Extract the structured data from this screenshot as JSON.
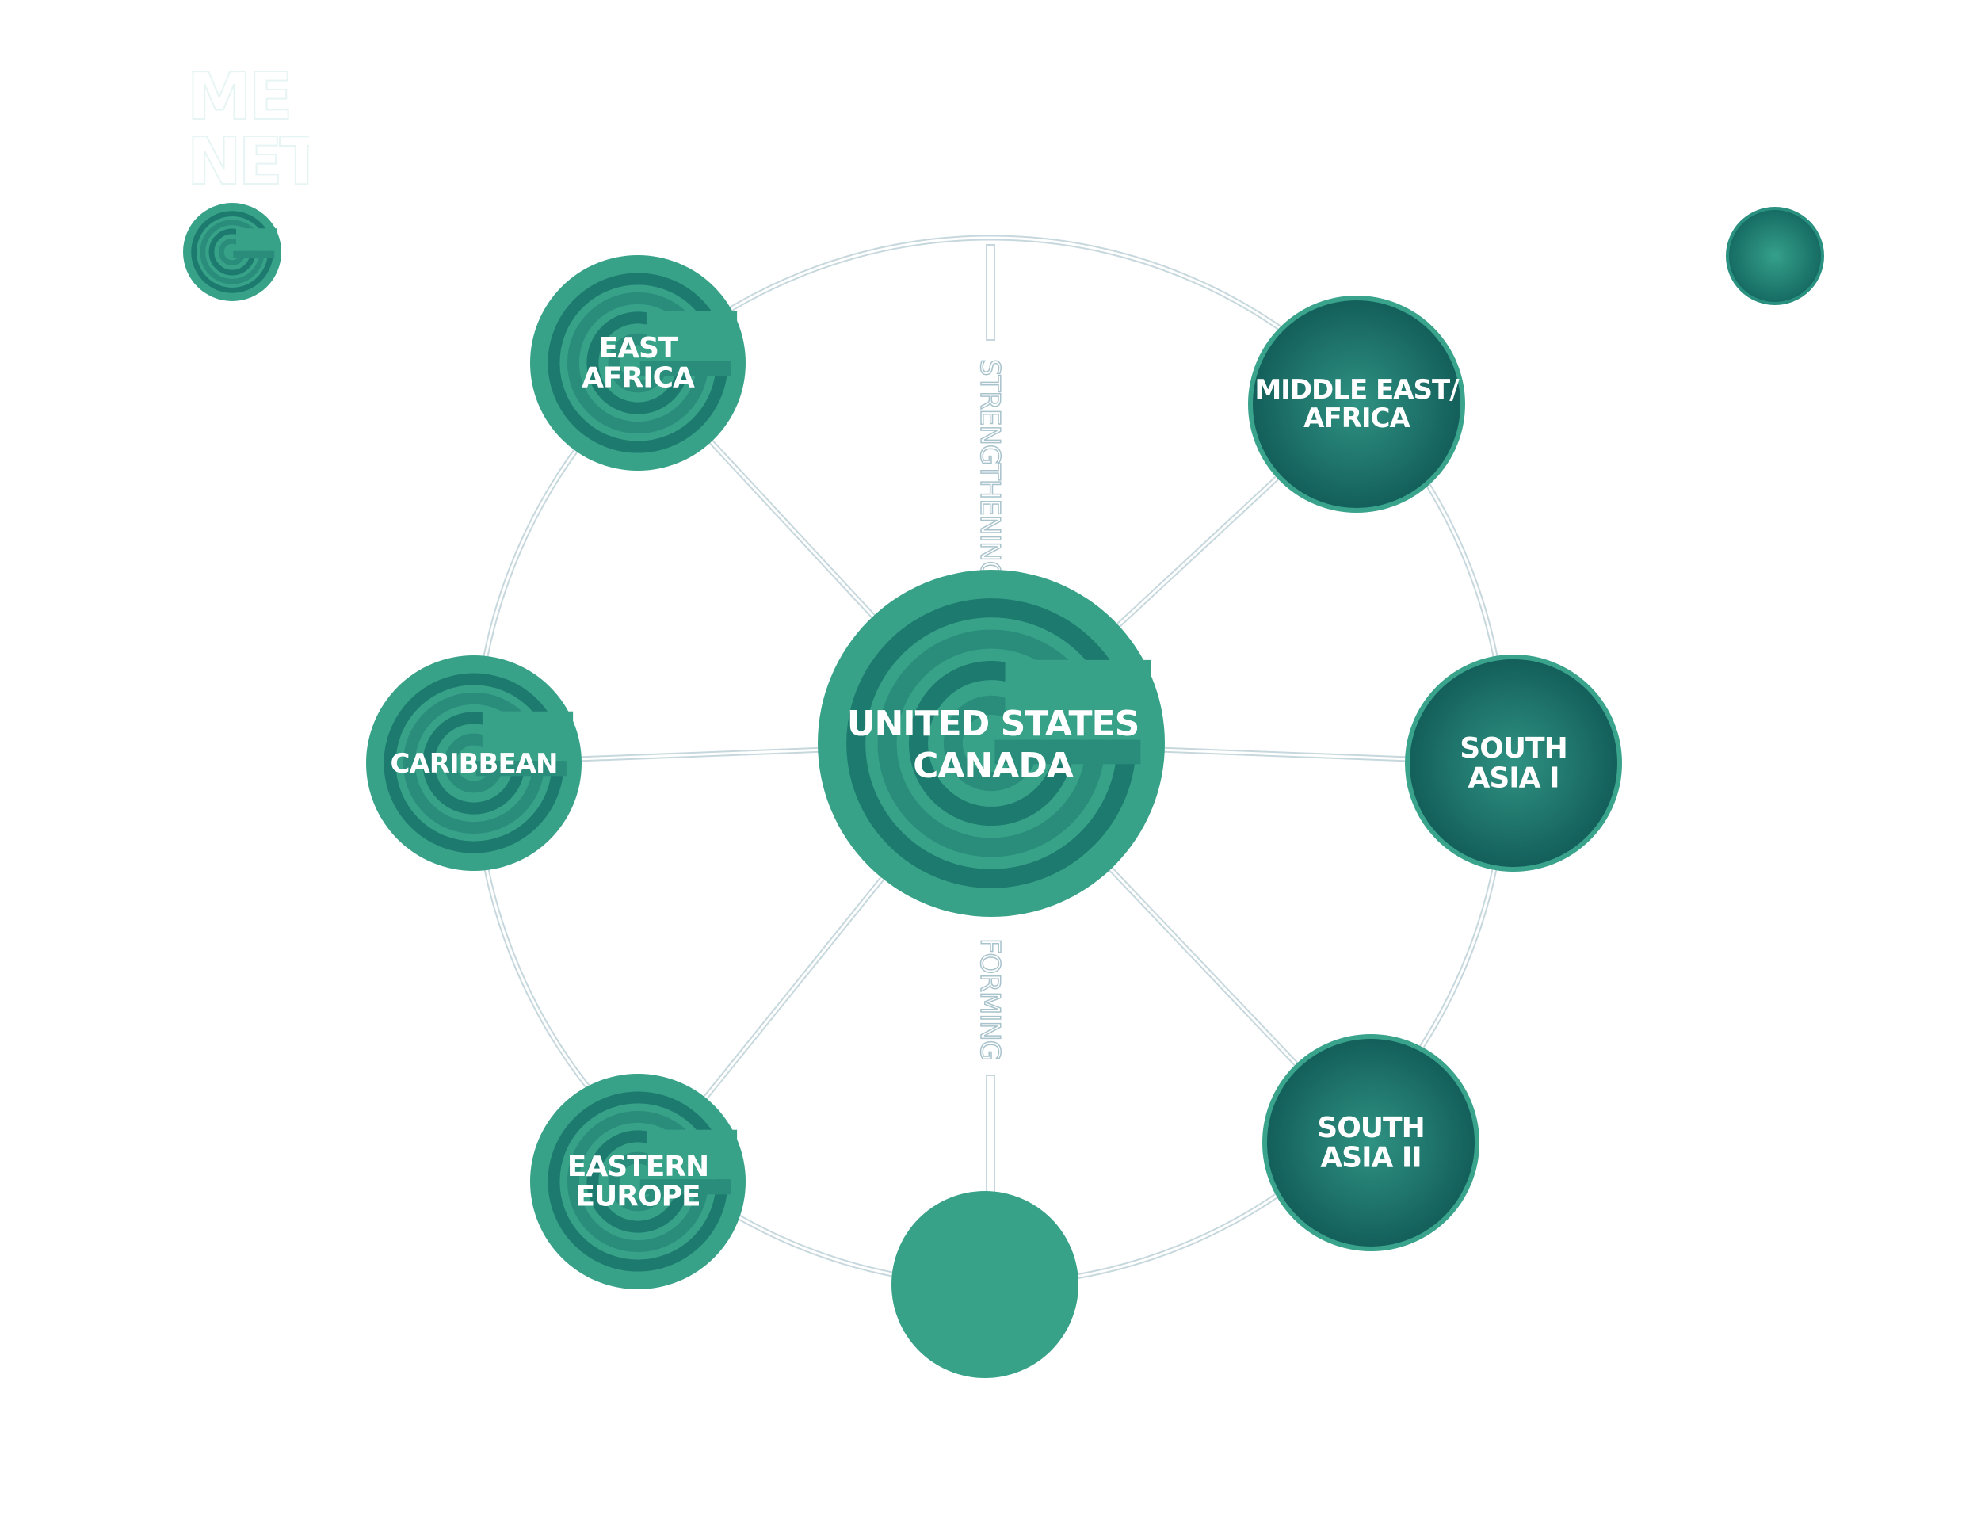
{
  "title": {
    "line1": "ME",
    "line2": "NET"
  },
  "center": {
    "line1": "UNITED STATES",
    "line2": "CANADA"
  },
  "stage_labels": {
    "top": "STRENGTHENING",
    "bottom": "FORMING"
  },
  "nodes": [
    {
      "id": "east-africa",
      "line1": "EAST",
      "line2": "AFRICA",
      "style": "logo"
    },
    {
      "id": "middle-east-africa",
      "line1": "MIDDLE EAST/",
      "line2": "AFRICA",
      "style": "dark"
    },
    {
      "id": "caribbean",
      "line1": "CARIBBEAN",
      "line2": "",
      "style": "logo"
    },
    {
      "id": "south-asia-1",
      "line1": "SOUTH",
      "line2": "ASIA I",
      "style": "dark"
    },
    {
      "id": "eastern-europe",
      "line1": "EASTERN",
      "line2": "EUROPE",
      "style": "logo"
    },
    {
      "id": "south-asia-2",
      "line1": "SOUTH",
      "line2": "ASIA II",
      "style": "dark"
    },
    {
      "id": "unnamed",
      "line1": "",
      "line2": "",
      "style": "plain"
    }
  ],
  "colors": {
    "primary": "#38a289",
    "ring_dark": "#1c7a6e",
    "ring_mid": "#2a8d7b",
    "dark_center": "#2c8d7f",
    "dark_edge": "#145f5b",
    "line": "#c6d8dd"
  }
}
